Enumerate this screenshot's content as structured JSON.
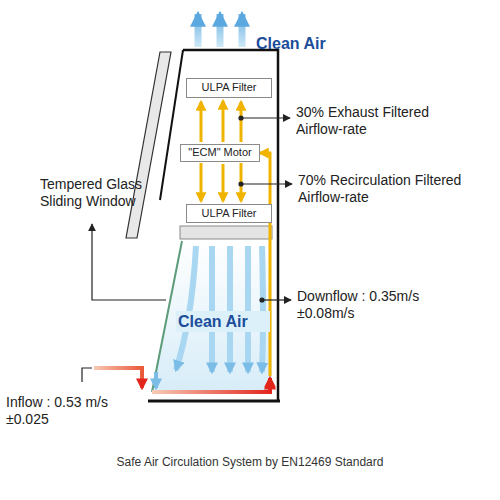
{
  "diagram": {
    "caption": "Safe Air Circulation System by EN12469 Standard",
    "nodes": [
      {
        "text": [
          "ULPA Filter"
        ]
      },
      {
        "text": [
          "\"ECM\" Motor"
        ]
      },
      {
        "text": [
          "ULPA Filter"
        ]
      }
    ],
    "edges": [
      {
        "from": 1,
        "to": 0,
        "arrow": "to"
      },
      {
        "from": 1,
        "to": 2,
        "arrow": "to"
      }
    ],
    "labels": [
      "Clean Air",
      "30% Exhaust Filtered Airflow-rate",
      "70% Recirculation Filtered Airflow-rate",
      "Tempered Glass Sliding Window",
      "Downflow : 0.35m/s ±0.08m/s",
      "Clean Air",
      "Inflow : 0.53 m/s ±0.025"
    ]
  }
}
